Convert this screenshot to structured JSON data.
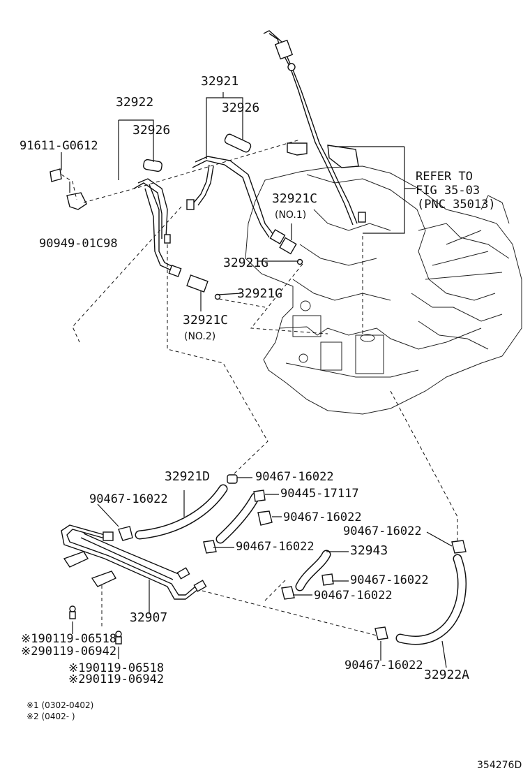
{
  "labels": {
    "p32921": "32921",
    "p32926a": "32926",
    "p32922": "32922",
    "p32926b": "32926",
    "p91611": "91611-G0612",
    "p90949": "90949-01C98",
    "refer1": "REFER TO",
    "refer2": "FIG 35-03",
    "refer3": "(PNC 35013)",
    "p32921c1": "32921C",
    "no1": "(NO.1)",
    "p32921g1": "32921G",
    "p32921g2": "32921G",
    "p32921c2": "32921C",
    "no2": "(NO.2)",
    "p32921d": "32921D",
    "c1": "90467-16022",
    "c2": "90467-16022",
    "p90445": "90445-17117",
    "c3": "90467-16022",
    "c4": "90467-16022",
    "c5": "90467-16022",
    "p32943": "32943",
    "c6": "90467-16022",
    "c7": "90467-16022",
    "p32907": "32907",
    "b1": "※190119-06518",
    "b2": "※290119-06942",
    "b3": "※190119-06518",
    "b4": "※290119-06942",
    "c8": "90467-16022",
    "p32922a": "32922A",
    "note1": "※1 (0302-0402)",
    "note2": "※2 (0402-    )",
    "figno": "354276D"
  }
}
